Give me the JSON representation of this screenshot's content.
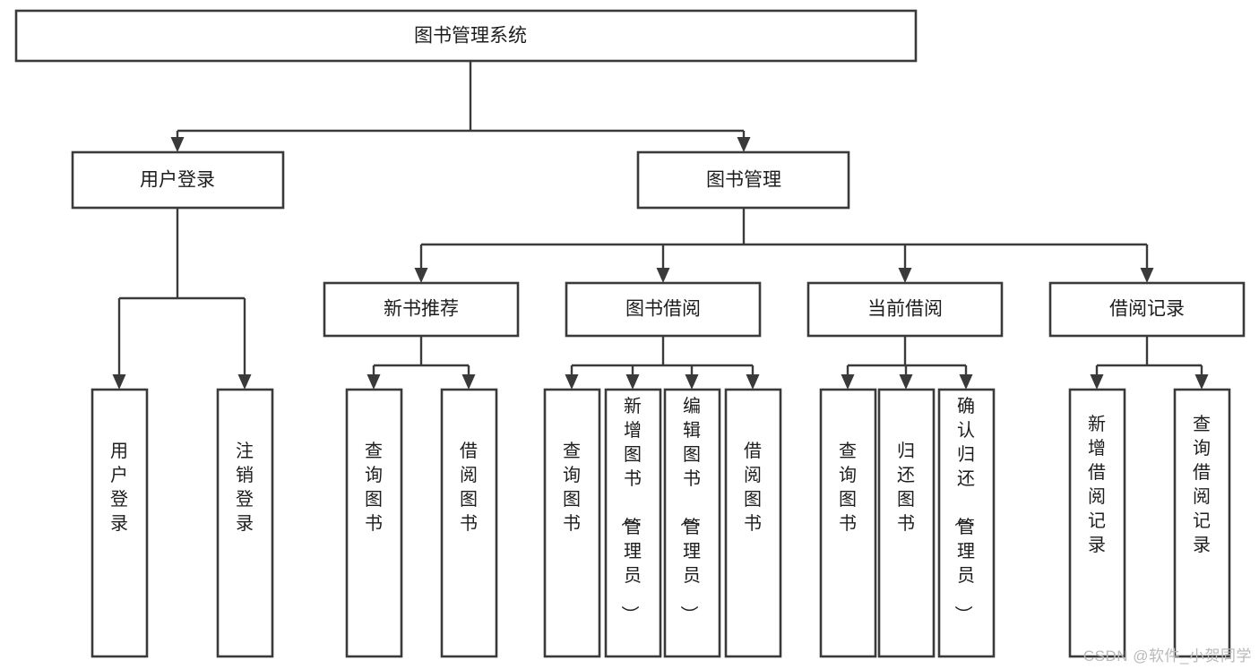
{
  "diagram": {
    "type": "tree",
    "title": "图书管理系统",
    "orientation": "top-down",
    "colors": {
      "box_stroke": "#3a3a3a",
      "box_fill": "#ffffff",
      "connector": "#3a3a3a",
      "text": "#1d1d1d",
      "background": "#ffffff",
      "watermark": "#b9b9b9"
    },
    "root": {
      "label": "图书管理系统"
    },
    "level2": [
      {
        "label": "用户登录"
      },
      {
        "label": "图书管理"
      }
    ],
    "level3": [
      {
        "label": "新书推荐"
      },
      {
        "label": "图书借阅"
      },
      {
        "label": "当前借阅"
      },
      {
        "label": "借阅记录"
      }
    ],
    "leaves": {
      "user_login": [
        {
          "label": "用户登录"
        },
        {
          "label": "注销登录"
        }
      ],
      "new_book_recommend": [
        {
          "label": "查询图书"
        },
        {
          "label": "借阅图书"
        }
      ],
      "book_borrow": [
        {
          "label": "查询图书"
        },
        {
          "label": "新增图书（管理员）"
        },
        {
          "label": "编辑图书（管理员）"
        },
        {
          "label": "借阅图书"
        }
      ],
      "current_borrow": [
        {
          "label": "查询图书"
        },
        {
          "label": "归还图书"
        },
        {
          "label": "确认归还（管理员）"
        }
      ],
      "borrow_record": [
        {
          "label": "新增借阅记录"
        },
        {
          "label": "查询借阅记录"
        }
      ]
    }
  },
  "watermark": {
    "text": "CSDN @软件_小贺同学"
  }
}
